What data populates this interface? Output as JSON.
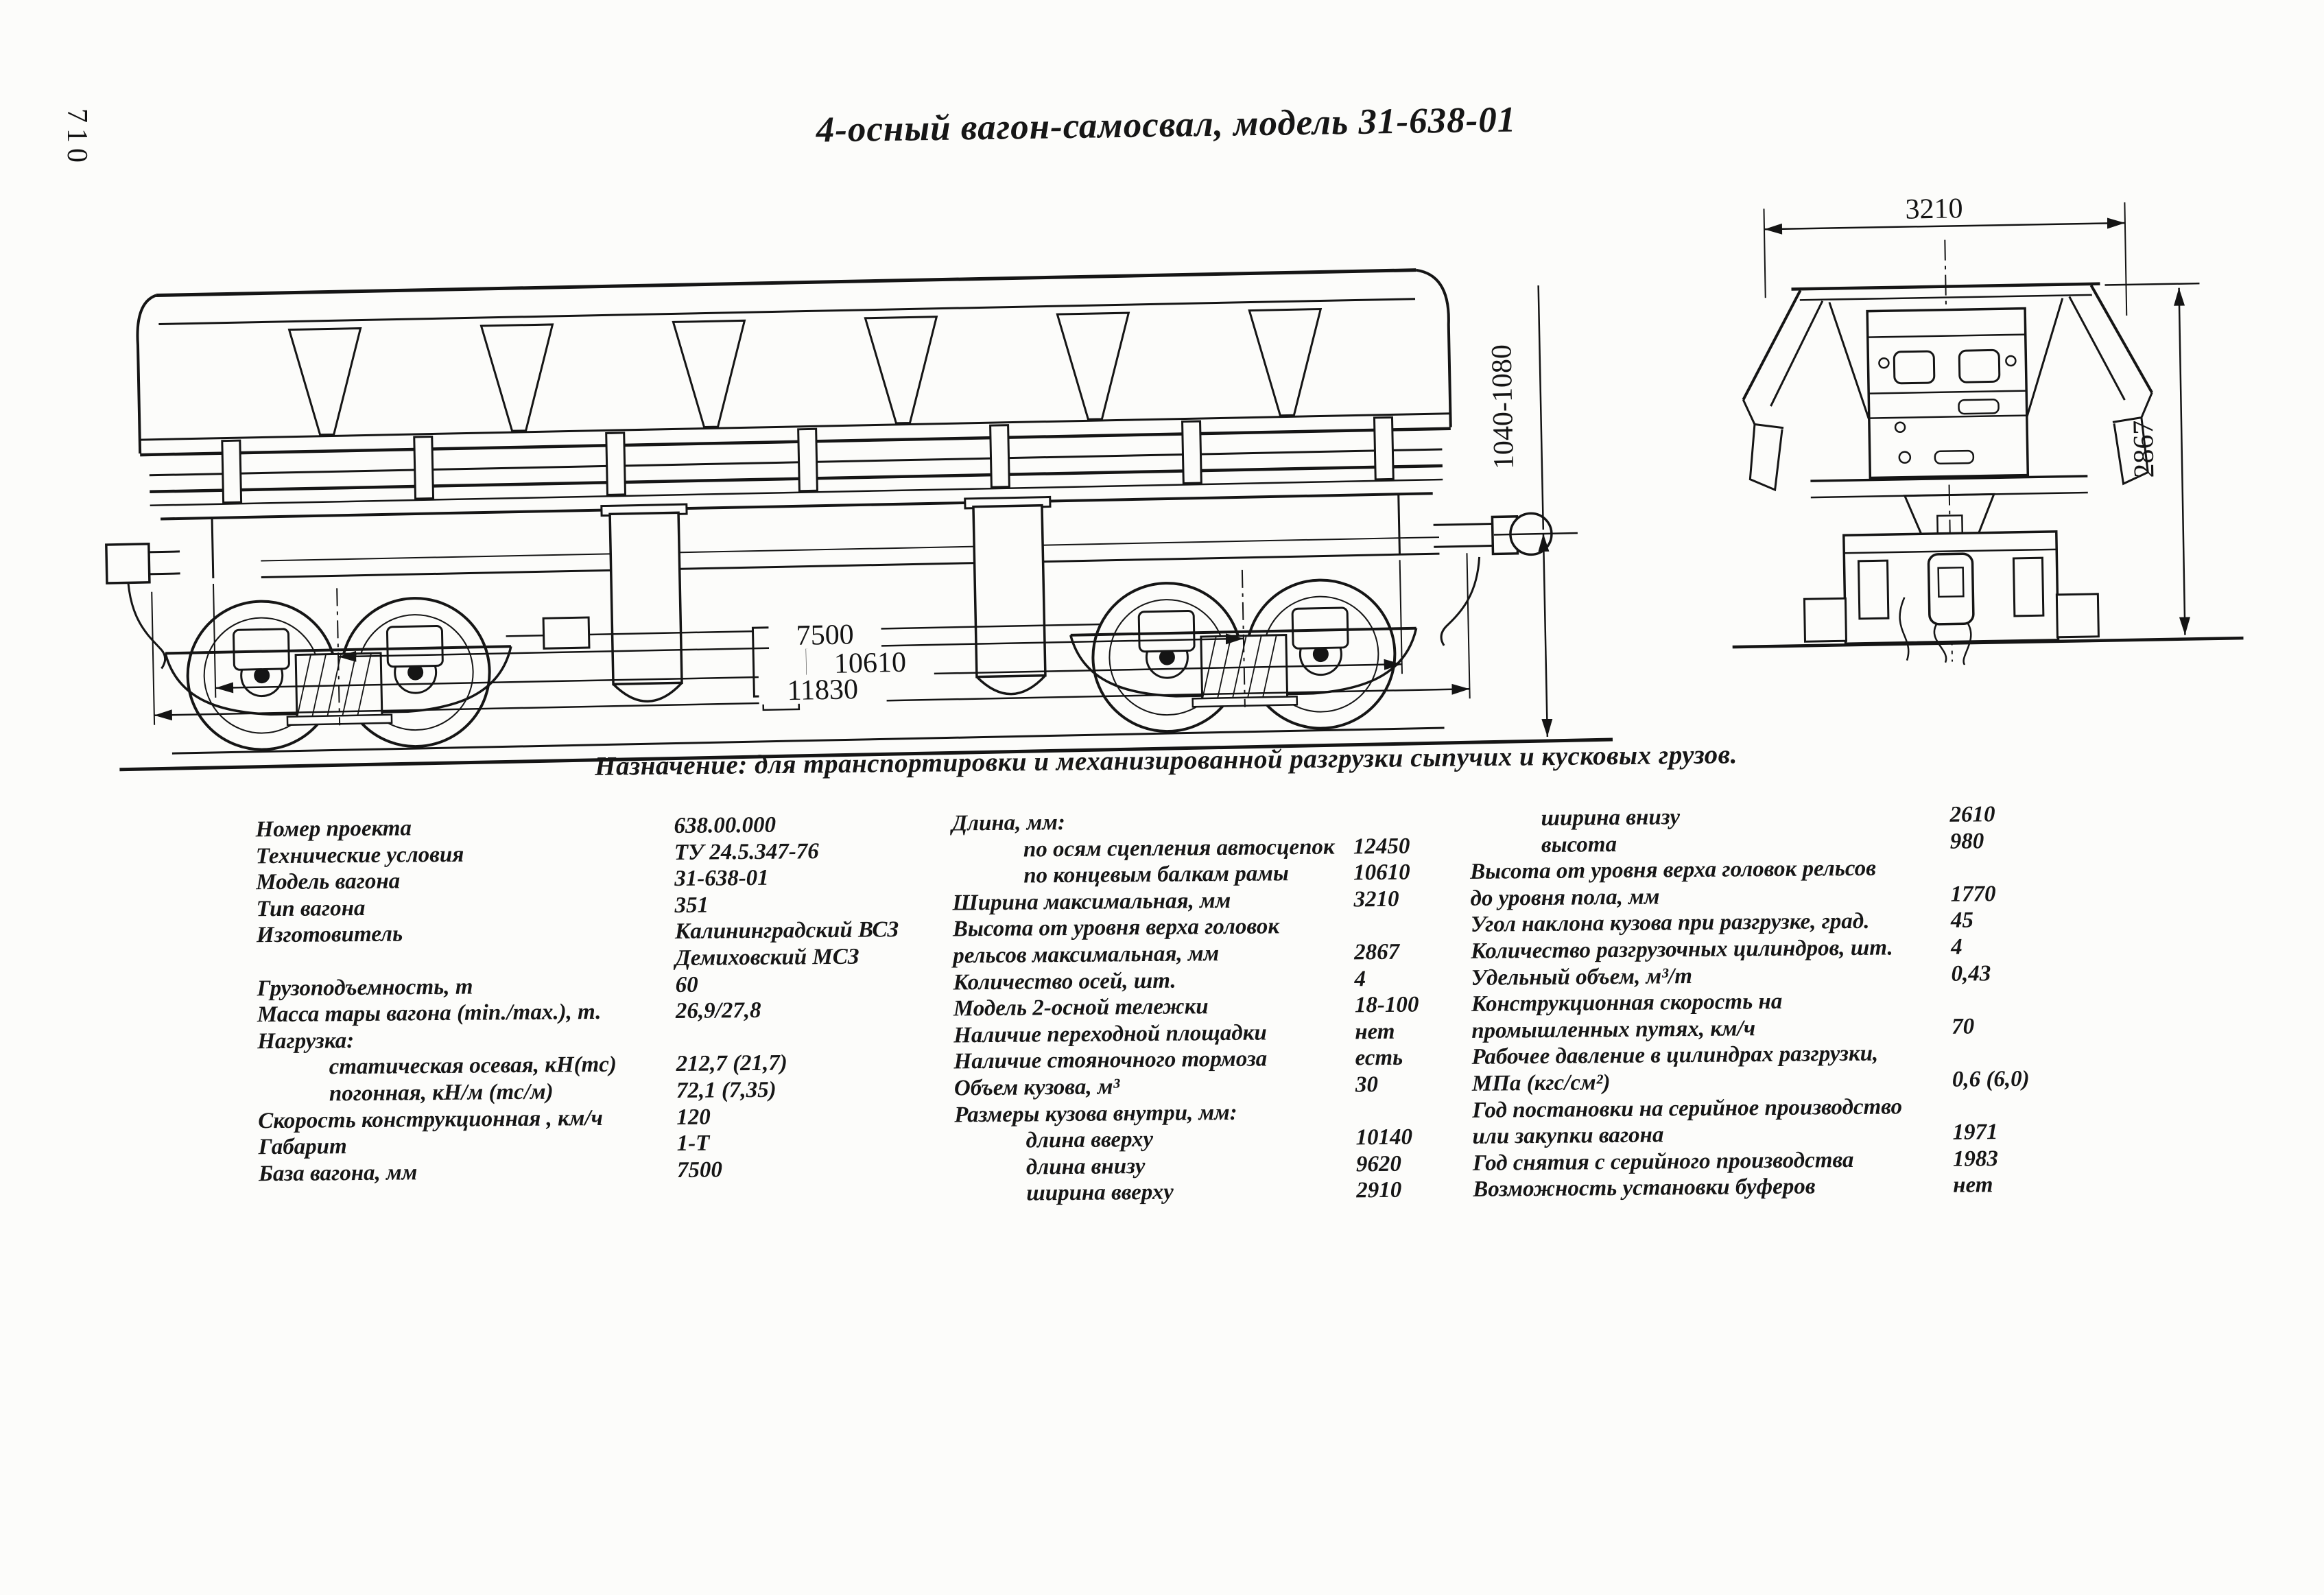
{
  "page": {
    "number": "710",
    "title": "4-осный вагон-самосвал, модель 31-638-01",
    "purpose": "Назначение: для транспортировки и механизированной разгрузки сыпучих и кусковых грузов."
  },
  "drawing": {
    "side_view": {
      "dim_bogie_base": "7500",
      "dim_frame_length": "10610",
      "dim_overall_length": "11830",
      "dim_coupler_height": "1040-1080"
    },
    "end_view": {
      "dim_width": "3210",
      "dim_height": "2867"
    }
  },
  "specs": {
    "col1": [
      {
        "label": "Номер проекта",
        "value": "638.00.000"
      },
      {
        "label": "Технические условия",
        "value": "ТУ 24.5.347-76"
      },
      {
        "label": "Модель вагона",
        "value": "31-638-01"
      },
      {
        "label": "Тип вагона",
        "value": "351"
      },
      {
        "label": "Изготовитель",
        "value": "Калининградский ВСЗ"
      },
      {
        "label": "",
        "value": "Демиховский МСЗ"
      },
      {
        "label": "Грузоподъемность, т",
        "value": "60"
      },
      {
        "label": "Масса тары вагона (min./max.), т.",
        "value": "26,9/27,8"
      },
      {
        "label": "Нагрузка:",
        "value": ""
      },
      {
        "label": "статическая осевая, кН(тс)",
        "value": "212,7 (21,7)",
        "indent": 1
      },
      {
        "label": "погонная, кН/м (тс/м)",
        "value": "72,1 (7,35)",
        "indent": 1
      },
      {
        "label": "Скорость конструкционная , км/ч",
        "value": "120"
      },
      {
        "label": "Габарит",
        "value": "1-Т"
      },
      {
        "label": "База вагона, мм",
        "value": "7500"
      }
    ],
    "col2": [
      {
        "label": "Длина, мм:",
        "value": ""
      },
      {
        "label": "по осям сцепления автосцепок",
        "value": "12450",
        "indent": 1
      },
      {
        "label": "по концевым балкам рамы",
        "value": "10610",
        "indent": 1
      },
      {
        "label": "Ширина максимальная, мм",
        "value": "3210"
      },
      {
        "label": "Высота от уровня верха головок",
        "value": ""
      },
      {
        "label": "рельсов максимальная, мм",
        "value": "2867"
      },
      {
        "label": "Количество осей, шт.",
        "value": "4"
      },
      {
        "label": "Модель 2-осной тележки",
        "value": "18-100"
      },
      {
        "label": "Наличие переходной площадки",
        "value": "нет"
      },
      {
        "label": "Наличие стояночного тормоза",
        "value": "есть"
      },
      {
        "label": "Объем кузова, м³",
        "value": "30"
      },
      {
        "label": "Размеры кузова внутри, мм:",
        "value": ""
      },
      {
        "label": "длина вверху",
        "value": "10140",
        "indent": 1
      },
      {
        "label": "длина внизу",
        "value": "9620",
        "indent": 1
      },
      {
        "label": "ширина вверху",
        "value": "2910",
        "indent": 1
      }
    ],
    "col3": [
      {
        "label": "ширина внизу",
        "value": "2610",
        "indent": 1
      },
      {
        "label": "высота",
        "value": "980",
        "indent": 1
      },
      {
        "label": "Высота от уровня верха головок рельсов",
        "value": ""
      },
      {
        "label": "до уровня пола, мм",
        "value": "1770"
      },
      {
        "label": "Угол наклона кузова при разгрузке, град.",
        "value": "45"
      },
      {
        "label": "Количество разгрузочных цилиндров, шт.",
        "value": "4"
      },
      {
        "label": "Удельный объем, м³/т",
        "value": "0,43"
      },
      {
        "label": "Конструкционная скорость на",
        "value": ""
      },
      {
        "label": "промышленных путях, км/ч",
        "value": "70"
      },
      {
        "label": "Рабочее давление в цилиндрах разгрузки,",
        "value": ""
      },
      {
        "label": "МПа (кгс/см²)",
        "value": "0,6 (6,0)"
      },
      {
        "label": "Год постановки на серийное производство",
        "value": ""
      },
      {
        "label": "или закупки вагона",
        "value": "1971"
      },
      {
        "label": "Год снятия с серийного производства",
        "value": "1983"
      },
      {
        "label": "Возможность установки буферов",
        "value": "нет"
      }
    ]
  }
}
